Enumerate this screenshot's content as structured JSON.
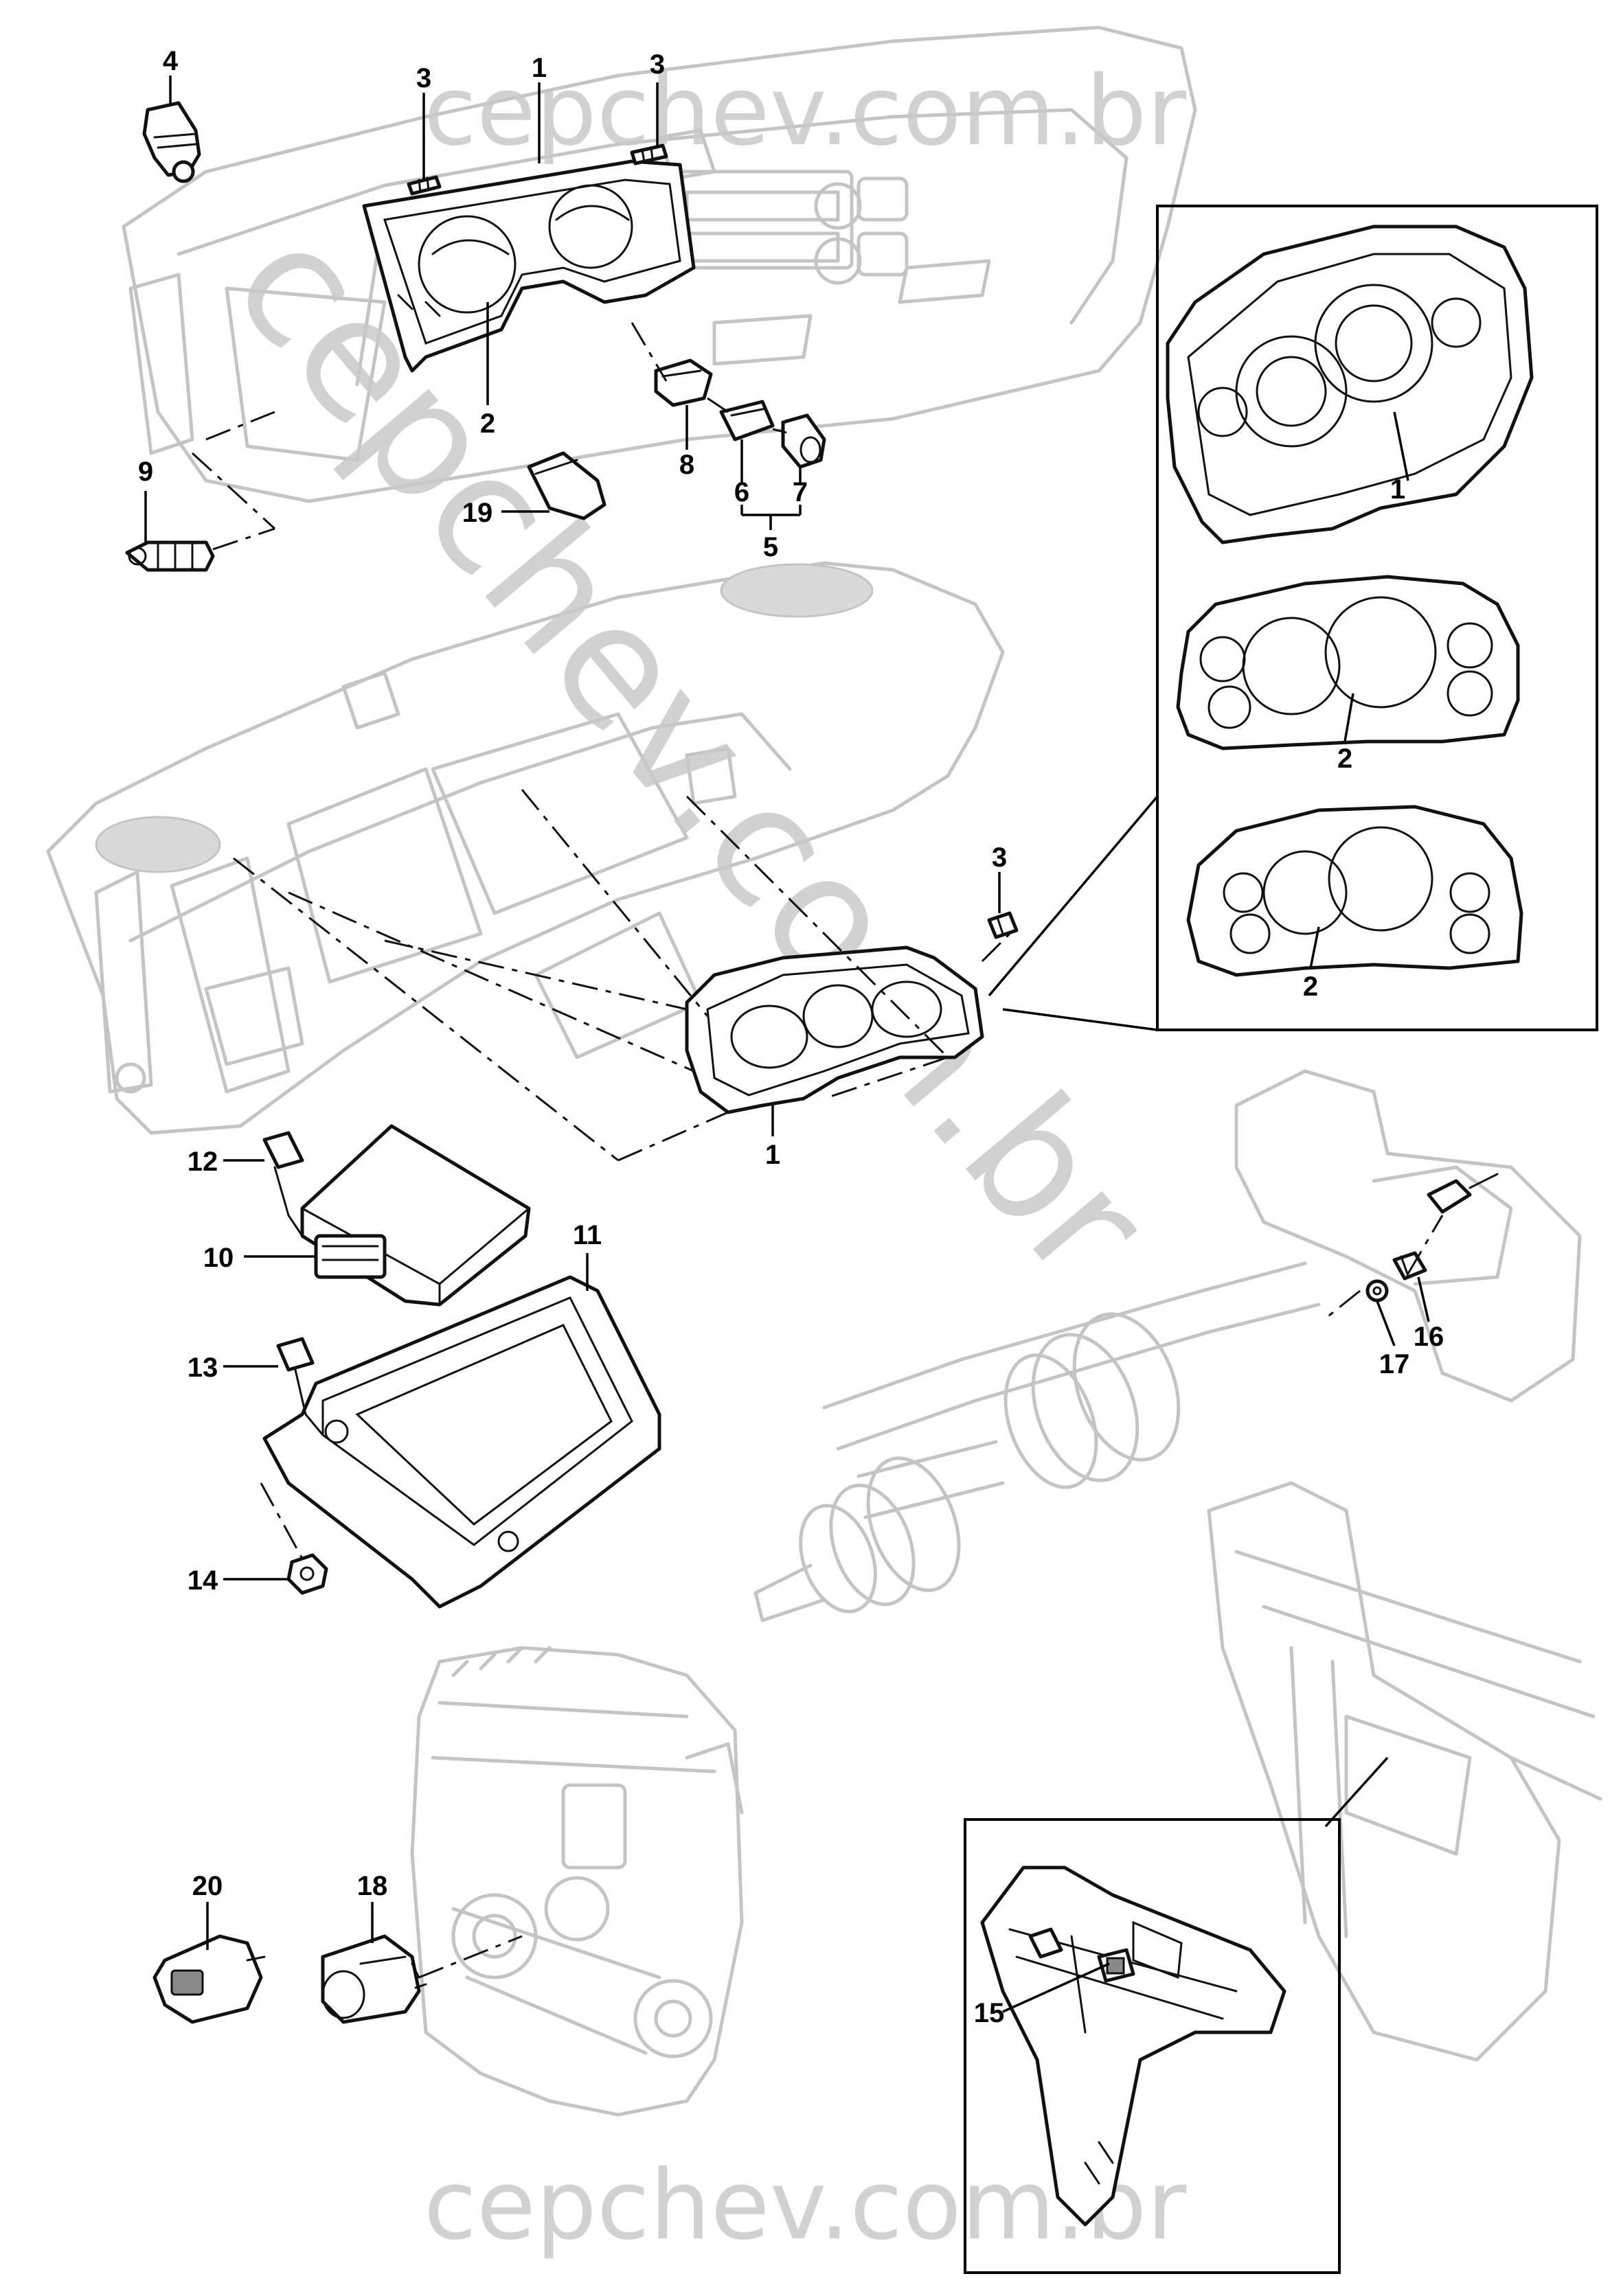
{
  "watermarks": {
    "top": "cepchev.com.br",
    "diagonal": "cepchev.com.br",
    "bottom": "cepchev.com.br"
  },
  "callouts": {
    "c1_top": "1",
    "c2_top": "2",
    "c3_top_left": "3",
    "c3_top_right": "3",
    "c4": "4",
    "c5": "5",
    "c6": "6",
    "c7": "7",
    "c8": "8",
    "c9": "9",
    "c19": "19",
    "inset_top_1": "1",
    "inset_top_2a": "2",
    "inset_top_2b": "2",
    "c3_mid": "3",
    "c1_mid": "1",
    "c10": "10",
    "c11": "11",
    "c12": "12",
    "c13": "13",
    "c14": "14",
    "c16": "16",
    "c17": "17",
    "c15": "15",
    "c18": "18",
    "c20": "20"
  }
}
